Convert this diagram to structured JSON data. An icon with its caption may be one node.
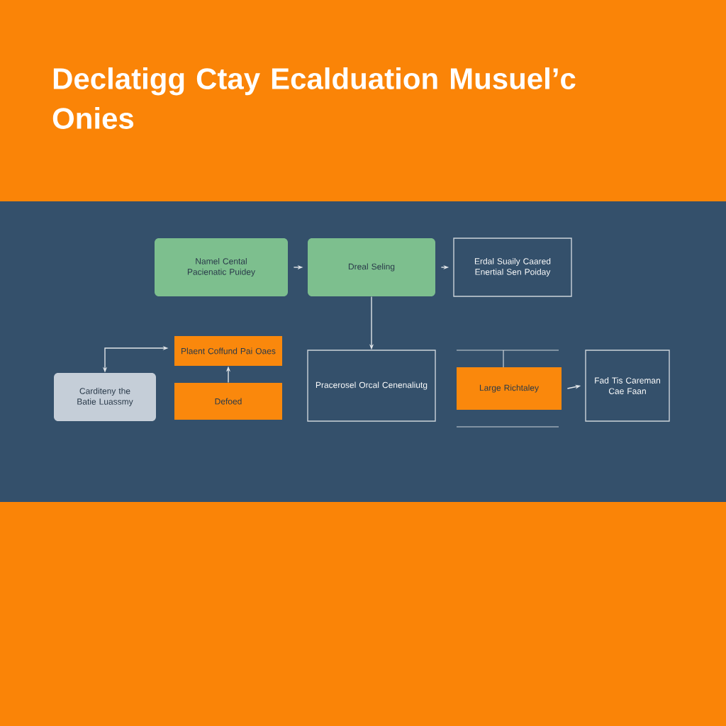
{
  "diagram": {
    "title": "Declatigg Ctay Ecalduation Musuel’c Onies",
    "nodes": [
      {
        "text": [
          "Namel Cental Pacienatic Puidey"
        ]
      },
      {
        "text": [
          "Dreal Seling"
        ]
      },
      {
        "text": [
          "Erdal Suaily Caared Enertial Sen Poiday"
        ]
      },
      {
        "text": [
          "Carditeny the Batie Luassmy"
        ]
      },
      {
        "text": [
          "Plaent Coffund Pai Oaes"
        ]
      },
      {
        "text": [
          "Defoed"
        ]
      },
      {
        "text": [
          "Pracerosel Orcal Cenenaliutg"
        ]
      },
      {
        "text": [
          "Large Richtaley"
        ]
      },
      {
        "text": [
          "Fad Tis Careman Cae Faan"
        ]
      }
    ],
    "edges": [
      {
        "from": 0,
        "to": 1,
        "arrow": "to"
      },
      {
        "from": 1,
        "to": 2,
        "arrow": "to"
      },
      {
        "from": 1,
        "to": 6,
        "arrow": "to"
      },
      {
        "from": 3,
        "to": 4,
        "arrow": "both"
      },
      {
        "from": 5,
        "to": 4,
        "arrow": "to"
      },
      {
        "from": 7,
        "to": 8,
        "arrow": "to"
      }
    ]
  }
}
